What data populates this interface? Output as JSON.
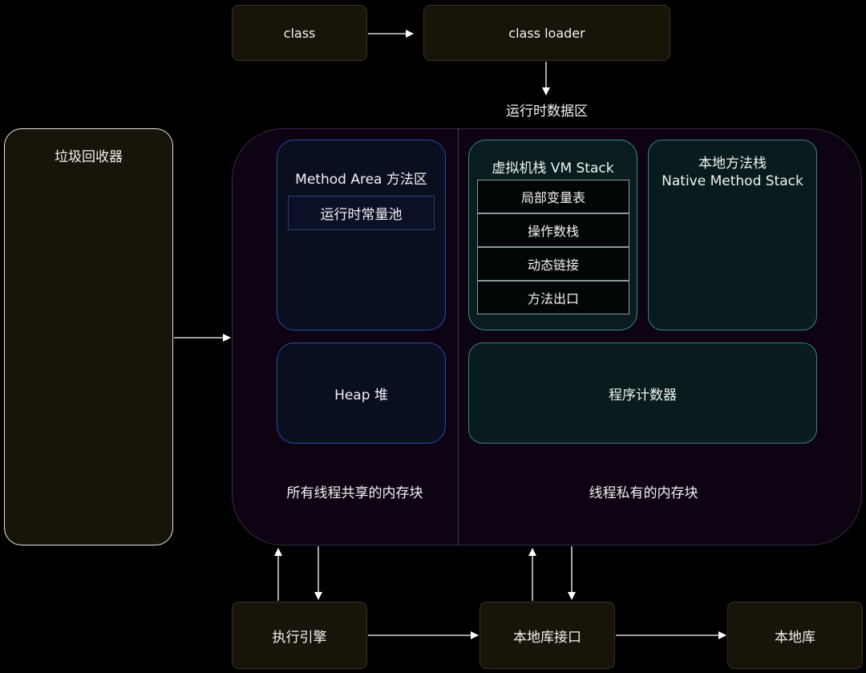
{
  "top": {
    "class_label": "class",
    "loader_label": "class loader",
    "runtime_label": "运行时数据区"
  },
  "gc": {
    "label": "垃圾回收器"
  },
  "shared": {
    "method_area": "Method Area 方法区",
    "constant_pool": "运行时常量池",
    "heap": "Heap 堆",
    "caption": "所有线程共享的内存块"
  },
  "private": {
    "vm_stack_title": "虚拟机栈 VM Stack",
    "vm_stack_rows": [
      "局部变量表",
      "操作数栈",
      "动态链接",
      "方法出口"
    ],
    "native_stack_line1": "本地方法栈",
    "native_stack_line2": "Native Method Stack",
    "pc": "程序计数器",
    "caption": "线程私有的内存块"
  },
  "bottom": {
    "engine": "执行引擎",
    "native_interface": "本地库接口",
    "native_lib": "本地库"
  }
}
